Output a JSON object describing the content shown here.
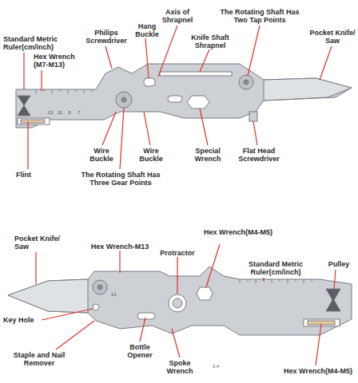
{
  "diagram": {
    "labels": [
      "Standard Metric Ruler(cm/inch)",
      "Hex Wrench (M7-M13)",
      "Philips Screwdriver",
      "Hang Buckle",
      "Axis of Shrapnel",
      "The Rotating Shaft Has Two Tap Points",
      "Pocket Knife/ Saw",
      "Knife Shaft Shrapnel",
      "Flint",
      "Wire Buckle",
      "The Rotating Shaft Has Three Gear Points",
      "Wire Buckle",
      "Special Wrench",
      "Flat Head Screwdriver",
      "Pocket Knife/ Saw",
      "Hex Wrench-M13",
      "Protractor",
      "Hex Wrench(M4-M5)",
      "Standard Metric Ruler(cm/inch)",
      "Pulley",
      "Key Hole",
      "Staple and Nail Remover",
      "Bottle Opener",
      "Spoke Wrench",
      "Hex Wrench(M4-M5)",
      "13",
      "11",
      "9",
      "7",
      "13",
      "3.4"
    ]
  }
}
